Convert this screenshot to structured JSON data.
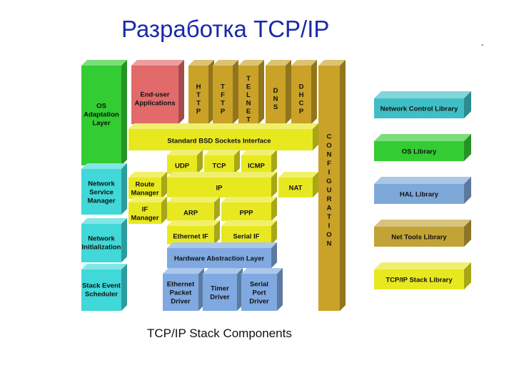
{
  "title": "Разработка TCP/IP",
  "corner_mark": "-",
  "caption": "TCP/IP Stack Components",
  "colors": {
    "green": "#33cc33",
    "cyan": "#40d8d8",
    "red": "#e26a6a",
    "gold": "#c9a227",
    "yellow": "#e8e820",
    "blue": "#7fa9e0",
    "teal": "#3fbfc5",
    "sky": "#7ea8d8",
    "olive": "#c2a336"
  },
  "diagram": {
    "os_adaptation": [
      "OS",
      "Adaptation",
      "Layer"
    ],
    "network_service_manager": [
      "Network",
      "Service",
      "Manager"
    ],
    "network_initialization": [
      "Network",
      "Initialization"
    ],
    "stack_event_scheduler": [
      "Stack Event",
      "Scheduler"
    ],
    "end_user_apps": [
      "End-user",
      "Applications"
    ],
    "http": [
      "H",
      "T",
      "T",
      "P"
    ],
    "tftp": [
      "T",
      "F",
      "T",
      "P"
    ],
    "telnet": [
      "T",
      "E",
      "L",
      "N",
      "E",
      "T"
    ],
    "dns": [
      "D",
      "N",
      "S"
    ],
    "dhcp": [
      "D",
      "H",
      "C",
      "P"
    ],
    "configuration": [
      "C",
      "O",
      "N",
      "F",
      "I",
      "G",
      "U",
      "R",
      "A",
      "T",
      "I",
      "O",
      "N"
    ],
    "sockets": "Standard BSD Sockets Interface",
    "udp": "UDP",
    "tcp": "TCP",
    "icmp": "ICMP",
    "route_manager": [
      "Route",
      "Manager"
    ],
    "ip": "IP",
    "nat": "NAT",
    "if_manager": [
      "IF",
      "Manager"
    ],
    "arp": "ARP",
    "ppp": "PPP",
    "ethernet_if": "Ethernet IF",
    "serial_if": "Serial IF",
    "hal": "Hardware Abstraction Layer",
    "ethernet_packet_driver": [
      "Ethernet",
      "Packet",
      "Driver"
    ],
    "timer_driver": [
      "Timer",
      "Driver"
    ],
    "serial_port_driver": [
      "Serial",
      "Port",
      "Driver"
    ]
  },
  "libraries": [
    {
      "label": "Network Control Library",
      "color": "#3fbfc5"
    },
    {
      "label": "OS Library",
      "color": "#33cc33"
    },
    {
      "label": "HAL Library",
      "color": "#7ea8d8"
    },
    {
      "label": "Net Tools Library",
      "color": "#c2a336"
    },
    {
      "label": "TCP/IP Stack Library",
      "color": "#e8e820"
    }
  ]
}
